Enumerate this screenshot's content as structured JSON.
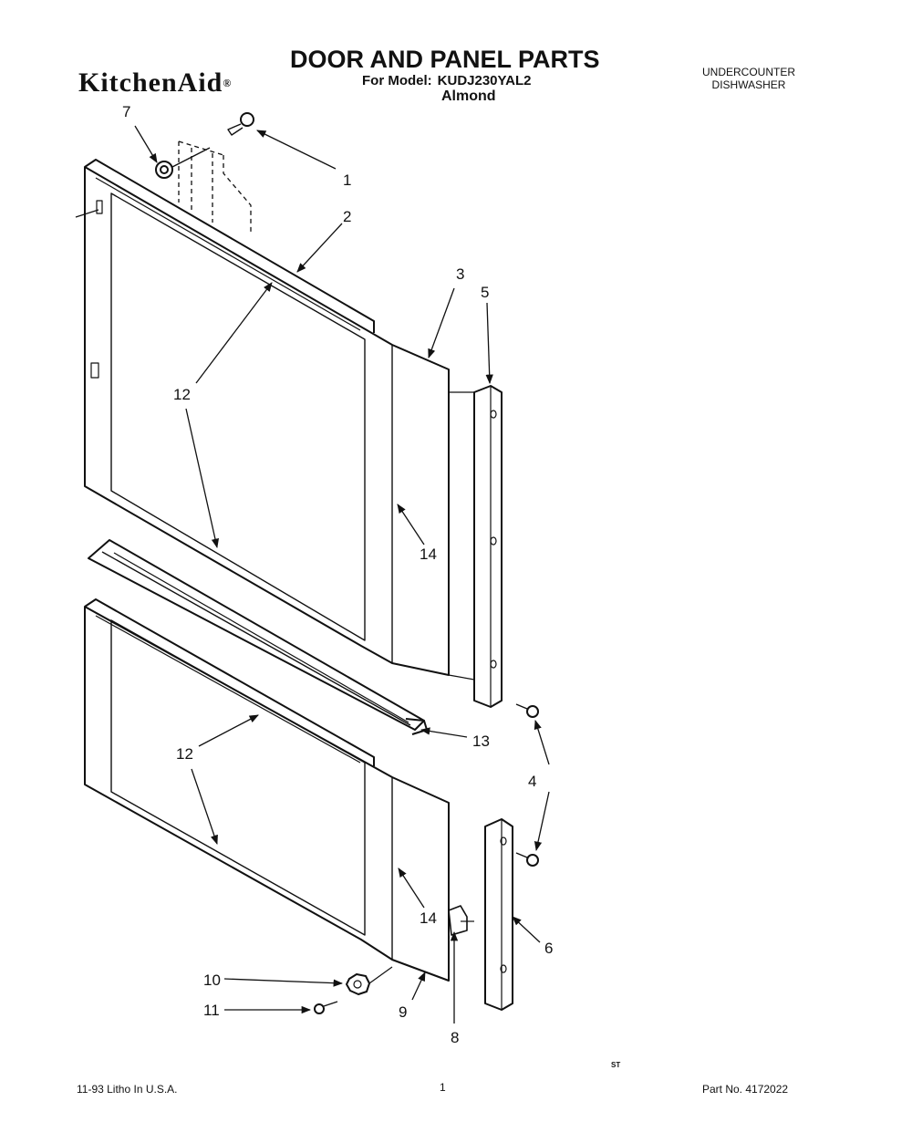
{
  "header": {
    "brand": "KitchenAid",
    "brand_mark": "®",
    "title": "DOOR AND PANEL PARTS",
    "model_label": "For Model:",
    "model_value": "KUDJ230YAL2",
    "color": "Almond",
    "product_line1": "UNDERCOUNTER",
    "product_line2": "DISHWASHER"
  },
  "callouts": {
    "c1": "1",
    "c2": "2",
    "c3": "3",
    "c4": "4",
    "c5": "5",
    "c6": "6",
    "c7": "7",
    "c8": "8",
    "c9": "9",
    "c10": "10",
    "c11": "11",
    "c12a": "12",
    "c12b": "12",
    "c13": "13",
    "c14a": "14",
    "c14b": "14"
  },
  "footer": {
    "litho": "11-93 Litho In U.S.A.",
    "page": "1",
    "code": "ST",
    "part_number": "Part No. 4172022"
  }
}
